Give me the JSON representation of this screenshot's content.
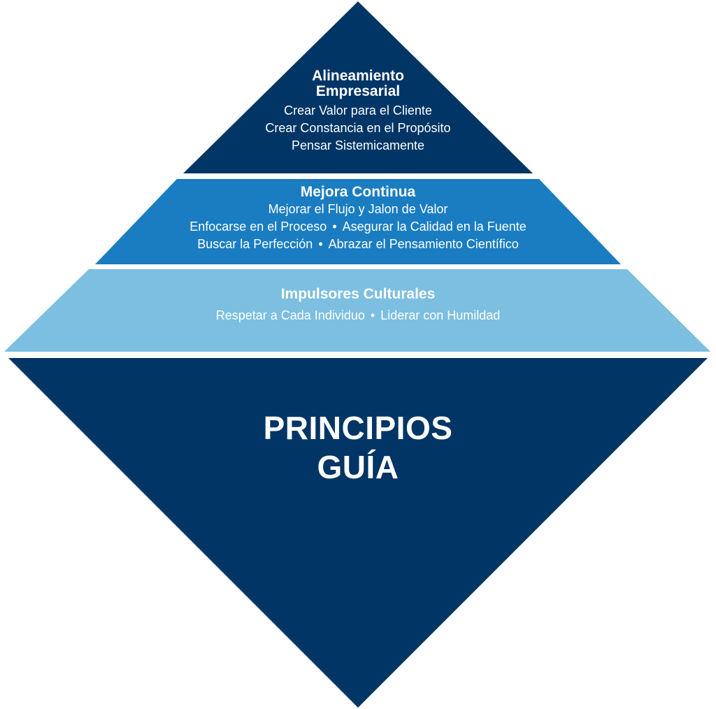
{
  "colors": {
    "dark_navy": "#003566",
    "mid_blue": "#1a7dc2",
    "light_blue": "#7cbfe0",
    "separator": "#ffffff"
  },
  "tiers": {
    "alineamiento": {
      "title_1": "Alineamiento",
      "title_2": "Empresarial",
      "lines": [
        "Crear Valor para el Cliente",
        "Crear Constancia en el Propósito",
        "Pensar Sistemicamente"
      ]
    },
    "mejora": {
      "title": "Mejora Continua",
      "line_1": "Mejorar el Flujo y Jalon de Valor",
      "line_2_a": "Enfocarse en el Proceso",
      "line_2_b": "Asegurar la Calidad en la Fuente",
      "line_3_a": "Buscar la Perfección",
      "line_3_b": "Abrazar el Pensamiento Científico"
    },
    "impulsores": {
      "title": "Impulsores Culturales",
      "line_a": "Respetar a Cada Individuo",
      "line_b": "Liderar con Humildad"
    }
  },
  "base": {
    "title_1": "PRINCIPIOS",
    "title_2": "GUÍA"
  },
  "bullet": "•"
}
